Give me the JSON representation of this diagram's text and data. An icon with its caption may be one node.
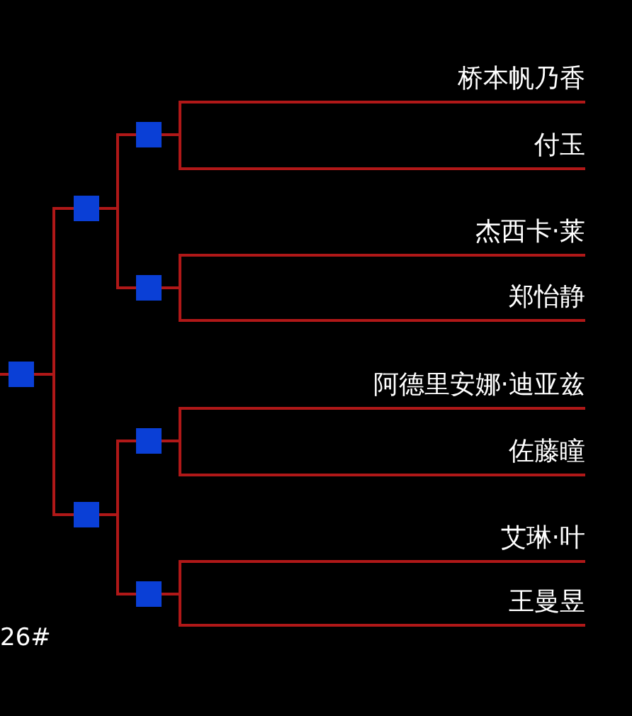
{
  "diagram": {
    "nodes": [
      {
        "text": [],
        "shape": "box"
      },
      {
        "text": [],
        "shape": "box"
      },
      {
        "text": [],
        "shape": "box"
      },
      {
        "text": [],
        "shape": "box"
      },
      {
        "text": [],
        "shape": "box"
      },
      {
        "text": [],
        "shape": "box"
      },
      {
        "text": [],
        "shape": "box"
      },
      {
        "text": [
          "桥本帆乃香"
        ]
      },
      {
        "text": [
          "付玉"
        ]
      },
      {
        "text": [
          "杰西卡·莱"
        ]
      },
      {
        "text": [
          "郑怡静"
        ]
      },
      {
        "text": [
          "阿德里安娜·迪亚兹"
        ]
      },
      {
        "text": [
          "佐藤瞳"
        ]
      },
      {
        "text": [
          "艾琳·叶"
        ]
      },
      {
        "text": [
          "王曼昱"
        ]
      }
    ],
    "edges": [
      {
        "from": 0,
        "to": 1,
        "arrow": "none"
      },
      {
        "from": 0,
        "to": 2,
        "arrow": "none"
      },
      {
        "from": 1,
        "to": 3,
        "arrow": "none"
      },
      {
        "from": 1,
        "to": 4,
        "arrow": "none"
      },
      {
        "from": 2,
        "to": 5,
        "arrow": "none"
      },
      {
        "from": 2,
        "to": 6,
        "arrow": "none"
      },
      {
        "from": 3,
        "to": 7,
        "arrow": "none"
      },
      {
        "from": 3,
        "to": 8,
        "arrow": "none"
      },
      {
        "from": 4,
        "to": 9,
        "arrow": "none"
      },
      {
        "from": 4,
        "to": 10,
        "arrow": "none"
      },
      {
        "from": 5,
        "to": 11,
        "arrow": "none"
      },
      {
        "from": 5,
        "to": 12,
        "arrow": "none"
      },
      {
        "from": 6,
        "to": 13,
        "arrow": "none"
      },
      {
        "from": 6,
        "to": 14,
        "arrow": "none"
      }
    ],
    "labels": [
      "26#"
    ]
  }
}
